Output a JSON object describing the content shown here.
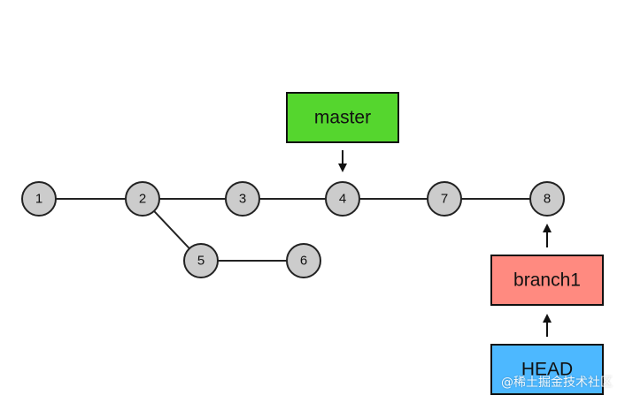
{
  "commits": [
    {
      "id": "c1",
      "label": "1"
    },
    {
      "id": "c2",
      "label": "2"
    },
    {
      "id": "c3",
      "label": "3"
    },
    {
      "id": "c4",
      "label": "4"
    },
    {
      "id": "c7",
      "label": "7"
    },
    {
      "id": "c8",
      "label": "8"
    },
    {
      "id": "c5",
      "label": "5"
    },
    {
      "id": "c6",
      "label": "6"
    }
  ],
  "edges": [
    [
      "c1",
      "c2"
    ],
    [
      "c2",
      "c3"
    ],
    [
      "c3",
      "c4"
    ],
    [
      "c4",
      "c7"
    ],
    [
      "c7",
      "c8"
    ],
    [
      "c2",
      "c5"
    ],
    [
      "c5",
      "c6"
    ]
  ],
  "refs": {
    "master": {
      "label": "master",
      "color": "#55d62e",
      "points_to": "c4"
    },
    "branch1": {
      "label": "branch1",
      "color": "#ff8a80",
      "points_to": "c8"
    },
    "head": {
      "label": "HEAD",
      "color": "#4db8ff",
      "points_to": "branch1"
    }
  },
  "watermark": "@稀土掘金技术社区"
}
